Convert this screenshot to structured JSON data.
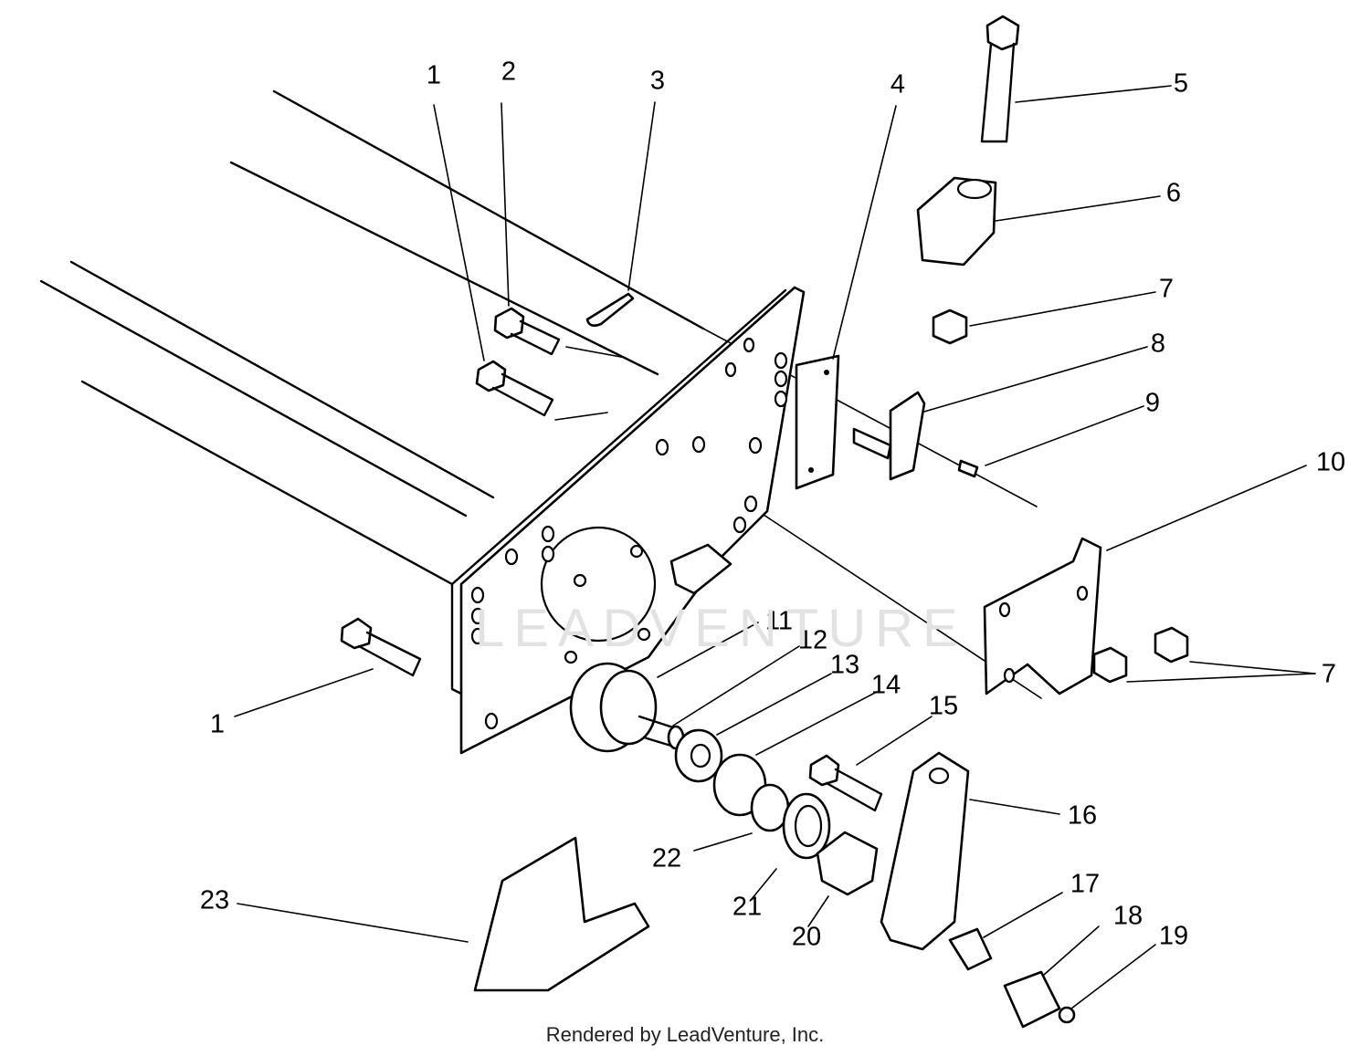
{
  "diagram": {
    "callouts": [
      "1",
      "2",
      "3",
      "4",
      "5",
      "6",
      "7",
      "8",
      "9",
      "10",
      "11",
      "12",
      "13",
      "14",
      "15",
      "16",
      "7",
      "17",
      "18",
      "19",
      "20",
      "21",
      "22",
      "23",
      "1"
    ]
  },
  "watermark": "LEADVENTURE",
  "footer": "Rendered by LeadVenture, Inc."
}
